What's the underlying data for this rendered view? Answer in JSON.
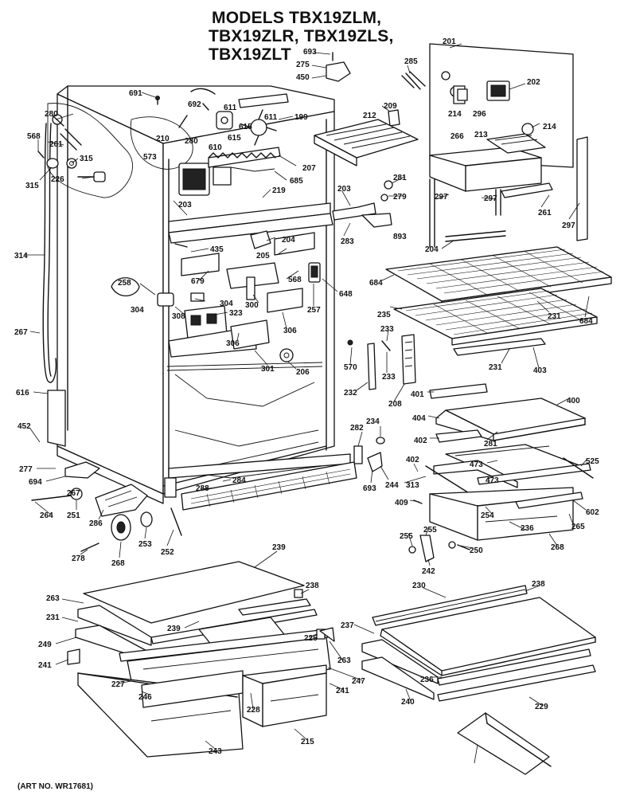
{
  "title": {
    "line1": "MODELS TBX19ZLM,",
    "line2": "TBX19ZLR, TBX19ZLS,",
    "line3": "TBX19ZLT"
  },
  "art_no": "(ART NO. WR17681)",
  "parts": [
    "693",
    "275",
    "450",
    "285",
    "201",
    "202",
    "691",
    "692",
    "611",
    "199",
    "280",
    "261",
    "568",
    "315",
    "315",
    "226",
    "210",
    "280",
    "610",
    "615",
    "611",
    "615",
    "573",
    "207",
    "685",
    "209",
    "212",
    "214",
    "214",
    "213",
    "266",
    "296",
    "219",
    "203",
    "203",
    "283",
    "281",
    "279",
    "297",
    "297",
    "261",
    "297",
    "893",
    "435",
    "204",
    "205",
    "684",
    "204",
    "679",
    "568",
    "648",
    "258",
    "304",
    "304",
    "323",
    "300",
    "257",
    "308",
    "306",
    "306",
    "301",
    "206",
    "235",
    "231",
    "684",
    "233",
    "570",
    "233",
    "232",
    "208",
    "231",
    "403",
    "401",
    "400",
    "404",
    "281",
    "234",
    "402",
    "473",
    "525",
    "402",
    "473",
    "313",
    "314",
    "267",
    "616",
    "452",
    "282",
    "693",
    "244",
    "602",
    "277",
    "694",
    "288",
    "284",
    "251",
    "409",
    "254",
    "236",
    "265",
    "264",
    "267",
    "286",
    "253",
    "255",
    "255",
    "250",
    "268",
    "278",
    "268",
    "252",
    "242",
    "239",
    "238",
    "263",
    "231",
    "230",
    "238",
    "239",
    "225",
    "237",
    "249",
    "263",
    "241",
    "227",
    "236",
    "246",
    "241",
    "247",
    "228",
    "229",
    "240",
    "243",
    "215"
  ]
}
